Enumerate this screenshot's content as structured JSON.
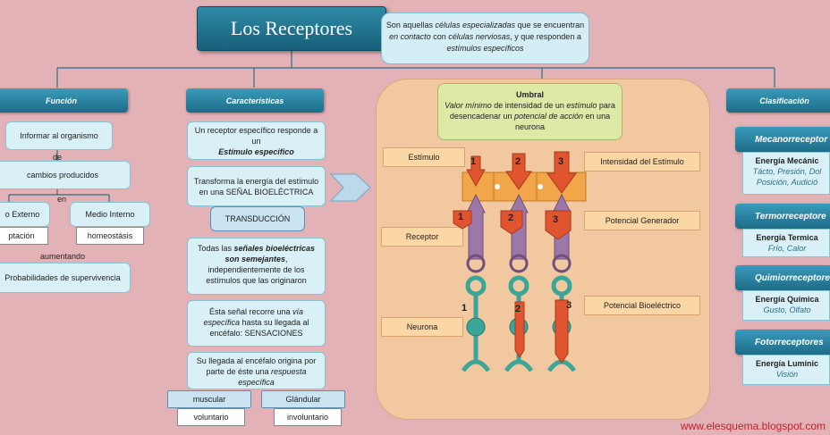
{
  "title": "Los Receptores",
  "definition": {
    "text_a": "Son aquellas ",
    "text_b": "células especializadas",
    "text_c": " que se encuentran ",
    "text_d": "en contacto",
    "text_e": " con ",
    "text_f": "células nerviosas",
    "text_g": ", y que responden a ",
    "text_h": "estímulos específicos"
  },
  "funcion": {
    "header": "Función",
    "informar": "Informar al organismo",
    "de": "de",
    "cambios": "cambios producidos",
    "en": "en",
    "externo": "o Externo",
    "interno": "Medio Interno",
    "adaptacion": "ptación",
    "homeostasis": "homeostásis",
    "aumentando": "aumentando",
    "probabilidades": "Probabilidades de supervivencia"
  },
  "caracteristicas": {
    "header": "Características",
    "c1_a": "Un receptor específico responde  a un",
    "c1_b": "Estímulo específico",
    "c2": "Transforma  la energía del estímulo en una SEÑAL BIOELÉCTRICA",
    "transduccion": "TRANSDUCCIÓN",
    "c3_a": "Todas las ",
    "c3_b": "señales bioeléctricas son semejantes",
    "c3_c": ", independientemente de los estímulos que las originaron",
    "c4_a": "Ésta señal recorre una ",
    "c4_b": "vía específica",
    "c4_c": " hasta su llegada al encéfalo: SENSACIONES",
    "c5_a": "Su llegada al encéfalo origina por parte de éste una ",
    "c5_b": "respuesta específica",
    "muscular": "muscular",
    "glandular": "Glándular",
    "voluntario": "voluntario",
    "involuntario": "involuntario"
  },
  "umbral": {
    "title": "Umbral",
    "t1": "Valor mínimo",
    "t2": " de intensidad de un ",
    "t3": "estímulo",
    "t4": " para desencadenar un ",
    "t5": "potencial de acción",
    "t6": " en una neurona"
  },
  "diagram_labels": {
    "estimulo": "Estímulo",
    "receptor": "Receptor",
    "neurona": "Neurona",
    "intensidad": "Intensidad del Estímulo",
    "generador": "Potencial Generador",
    "bioelectrico": "Potencial Bioeléctrico",
    "n1": "1",
    "n2": "2",
    "n3": "3"
  },
  "clasificacion": {
    "header": "Clasificación",
    "items": [
      {
        "name": "Mecanorreceptor",
        "energy": "Energía Mecánic",
        "examples": "Tácto, Presión, Dol Posición, Audició"
      },
      {
        "name": "Termorreceptore",
        "energy": "Energía Termica",
        "examples": "Frío, Calor"
      },
      {
        "name": "Quimiorreceptore",
        "energy": "Energía Química",
        "examples": "Gusto, Olfato"
      },
      {
        "name": "Fotorreceptores",
        "energy": "Energía Lumínic",
        "examples": "Visión"
      }
    ]
  },
  "footer": "www.elesquema.blogspot.com",
  "colors": {
    "header_blue": "#1d6c88",
    "panel": "#f1c8a0",
    "arrow_red": "#e0542f",
    "neuron": "#3aa69a",
    "receptor": "#9b78a8"
  }
}
